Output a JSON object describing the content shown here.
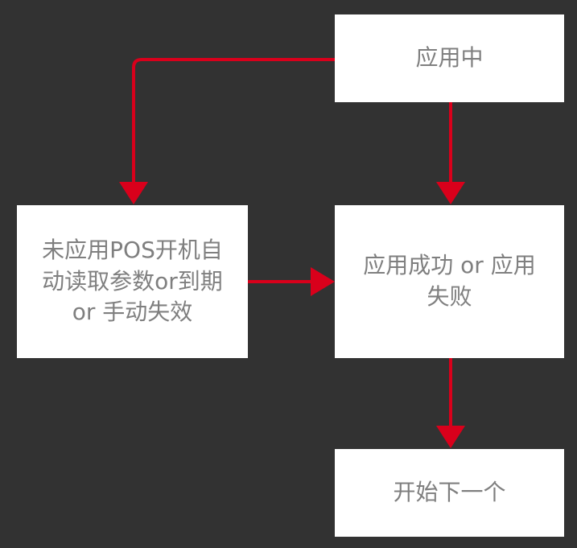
{
  "diagram": {
    "colors": {
      "background": "#323232",
      "node_fill": "#ffffff",
      "node_text": "#7f7f7f",
      "edge": "#d9001b"
    },
    "nodes": {
      "applying": "应用中",
      "unapplied": "未应用POS开机自\n动读取参数or到期\nor 手动失效",
      "result": "应用成功 or 应用\n失败",
      "next": "开始下一个"
    }
  }
}
